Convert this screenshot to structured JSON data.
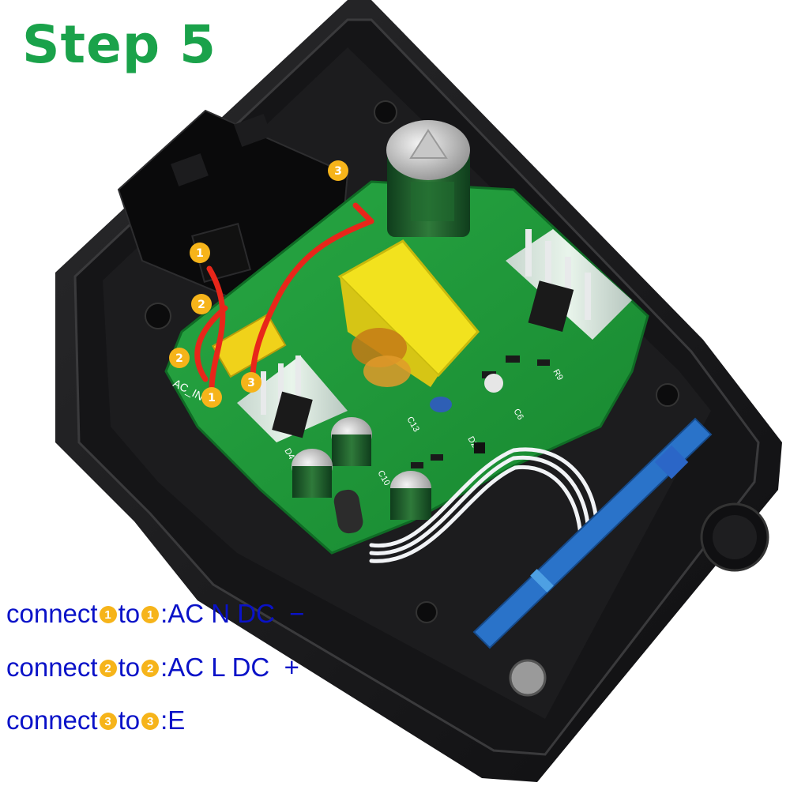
{
  "title": "Step 5",
  "instructions": [
    {
      "pre": "connect",
      "badge_a": "1",
      "mid": "to",
      "badge_b": "1",
      "post": ":AC N DC  −"
    },
    {
      "pre": "connect",
      "badge_a": "2",
      "mid": "to",
      "badge_b": "2",
      "post": ":AC L DC  +"
    },
    {
      "pre": "connect",
      "badge_a": "3",
      "mid": "to",
      "badge_b": "3",
      "post": ":E"
    }
  ],
  "markers": {
    "m1a": "1",
    "m2a": "2",
    "m2b": "2",
    "m1b": "1",
    "m3b": "3",
    "m3a": "3"
  },
  "board_labels": {
    "ac_in": "AC_IN",
    "c13": "C13",
    "c10": "C10",
    "d2": "D2",
    "d4": "D4",
    "r9": "R9",
    "c6": "C6"
  },
  "colors": {
    "title": "#1aa24a",
    "instructions": "#0a12c8",
    "badge": "#f6b41a",
    "pcb": "#1f9a3c",
    "wire": "#e8261a",
    "transformer": "#f2e21e"
  }
}
